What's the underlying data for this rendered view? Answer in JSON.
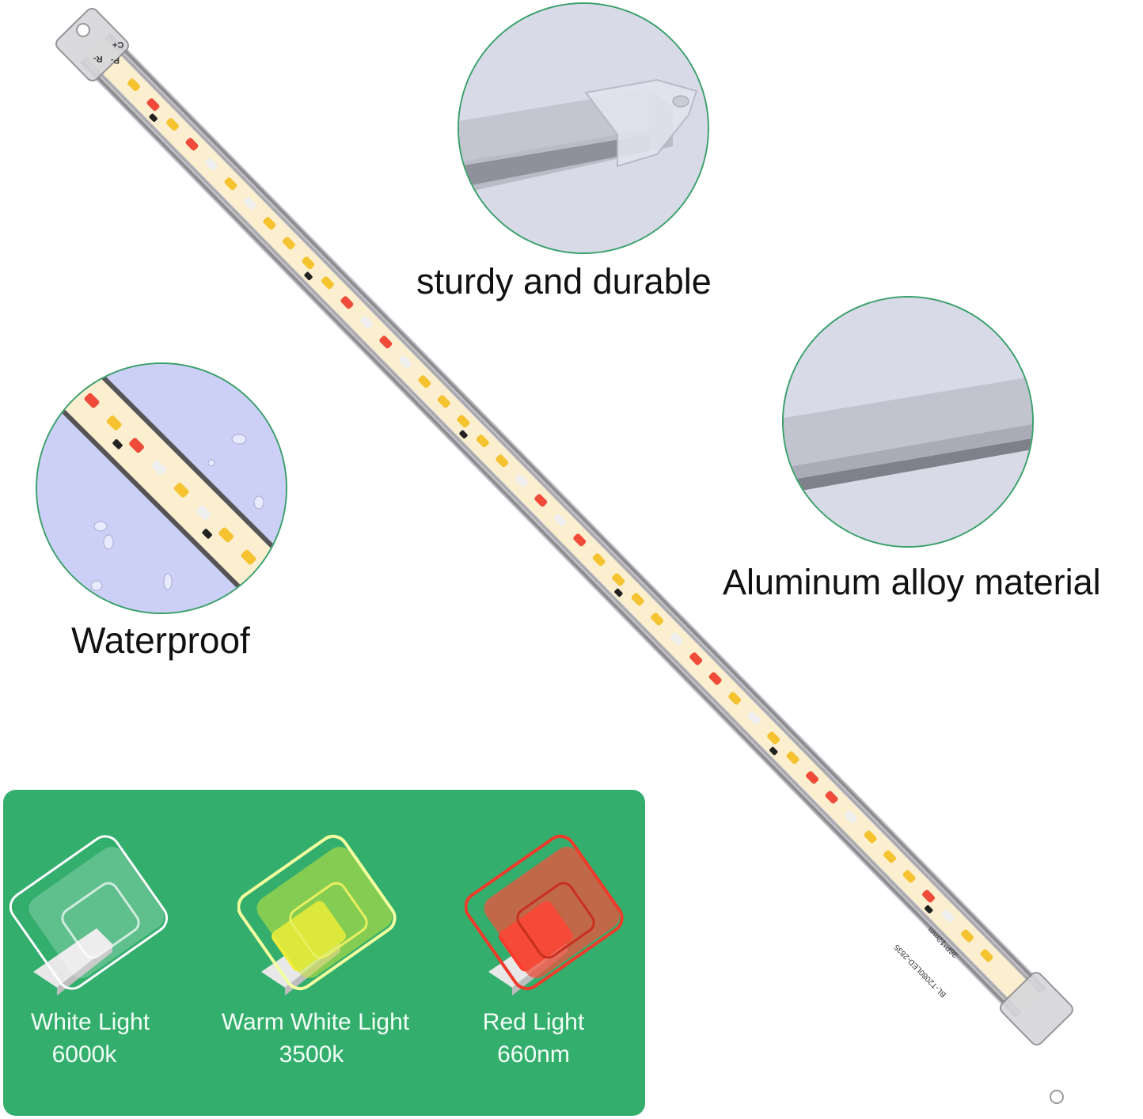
{
  "features": {
    "sturdy": {
      "caption": "sturdy and durable",
      "icon": "end-cap-closeup"
    },
    "aluminum": {
      "caption": "Aluminum alloy material",
      "icon": "aluminum-profile-closeup"
    },
    "waterproof": {
      "caption": "Waterproof",
      "icon": "water-droplets-closeup"
    }
  },
  "strip": {
    "terminal_labels": [
      "R-",
      "P-",
      "C+"
    ],
    "print_model": "BL-T2080LED-2835",
    "print_spec": "36P*12mm",
    "led_colors": {
      "warm": "#f5c53a",
      "red": "#ef4a3a",
      "white": "#f4f4f4"
    }
  },
  "light_types": [
    {
      "name": "White Light",
      "value": "6000k",
      "color": "#ffffff"
    },
    {
      "name": "Warm White Light",
      "value": "3500k",
      "color": "#f0f04a"
    },
    {
      "name": "Red Light",
      "value": "660nm",
      "color": "#f03a2a"
    }
  ],
  "colors": {
    "panel_green": "#33ae6d",
    "circle_border": "#3aa06a"
  }
}
